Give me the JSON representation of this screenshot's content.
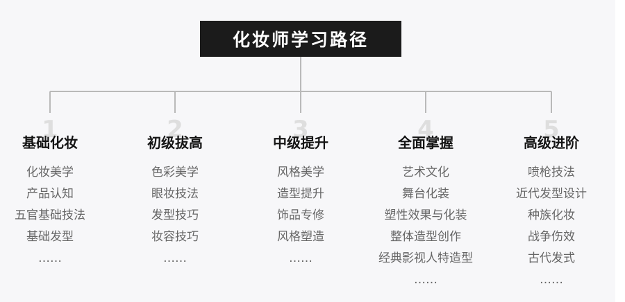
{
  "title": "化妆师学习路径",
  "stages": [
    {
      "number": "1",
      "heading": "基础化妆",
      "items": [
        "化妆美学",
        "产品认知",
        "五官基础技法",
        "基础发型",
        "……"
      ]
    },
    {
      "number": "2",
      "heading": "初级拔高",
      "items": [
        "色彩美学",
        "眼妆技法",
        "发型技巧",
        "妆容技巧",
        "……"
      ]
    },
    {
      "number": "3",
      "heading": "中级提升",
      "items": [
        "风格美学",
        "造型提升",
        "饰品专修",
        "风格塑造",
        "……"
      ]
    },
    {
      "number": "4",
      "heading": "全面掌握",
      "items": [
        "艺术文化",
        "舞台化装",
        "塑性效果与化装",
        "整体造型创作",
        "经典影视人特造型",
        "……"
      ]
    },
    {
      "number": "5",
      "heading": "高级进阶",
      "items": [
        "喷枪技法",
        "近代发型设计",
        "种族化妆",
        "战争伤效",
        "古代发式",
        "……"
      ]
    }
  ],
  "colors": {
    "title_bg": "#1b1b1b",
    "title_text": "#ffffff",
    "line": "#b9b9b9",
    "heading": "#141414",
    "item": "#666666",
    "number": "#dedede"
  }
}
